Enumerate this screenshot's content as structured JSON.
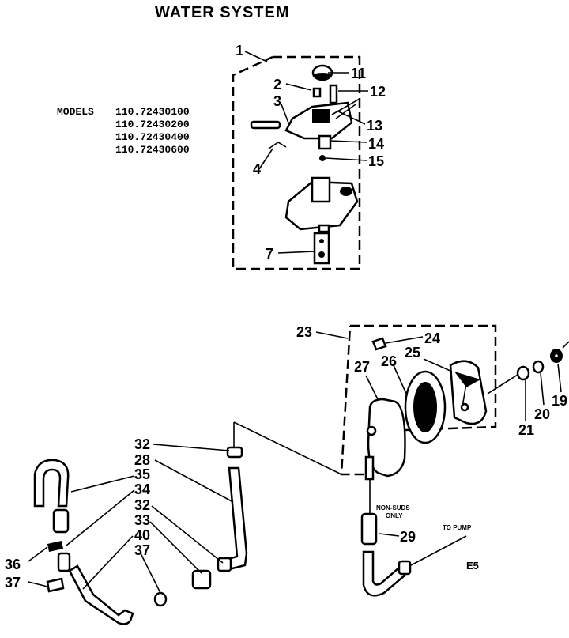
{
  "title": "WATER SYSTEM",
  "models": {
    "label": "MODELS",
    "numbers": [
      "110.72430100",
      "110.72430200",
      "110.72430400",
      "110.72430600"
    ]
  },
  "callouts": {
    "c1": "1",
    "c2": "2",
    "c3": "3",
    "c4": "4",
    "c7": "7",
    "c11": "11",
    "c12": "12",
    "c13": "13",
    "c14": "14",
    "c15": "15",
    "c23": "23",
    "c24": "24",
    "c25": "25",
    "c26": "26",
    "c27": "27",
    "c19": "19",
    "c20": "20",
    "c21": "21",
    "c32a": "32",
    "c28": "28",
    "c35": "35",
    "c34": "34",
    "c32b": "32",
    "c33": "33",
    "c40": "40",
    "c37a": "37",
    "c36": "36",
    "c37b": "37",
    "c29": "29"
  },
  "notes": {
    "non_sud_1": "NON-SUDS",
    "non_sud_2": "ONLY",
    "to_pump": "TO PUMP",
    "code": "E5"
  }
}
